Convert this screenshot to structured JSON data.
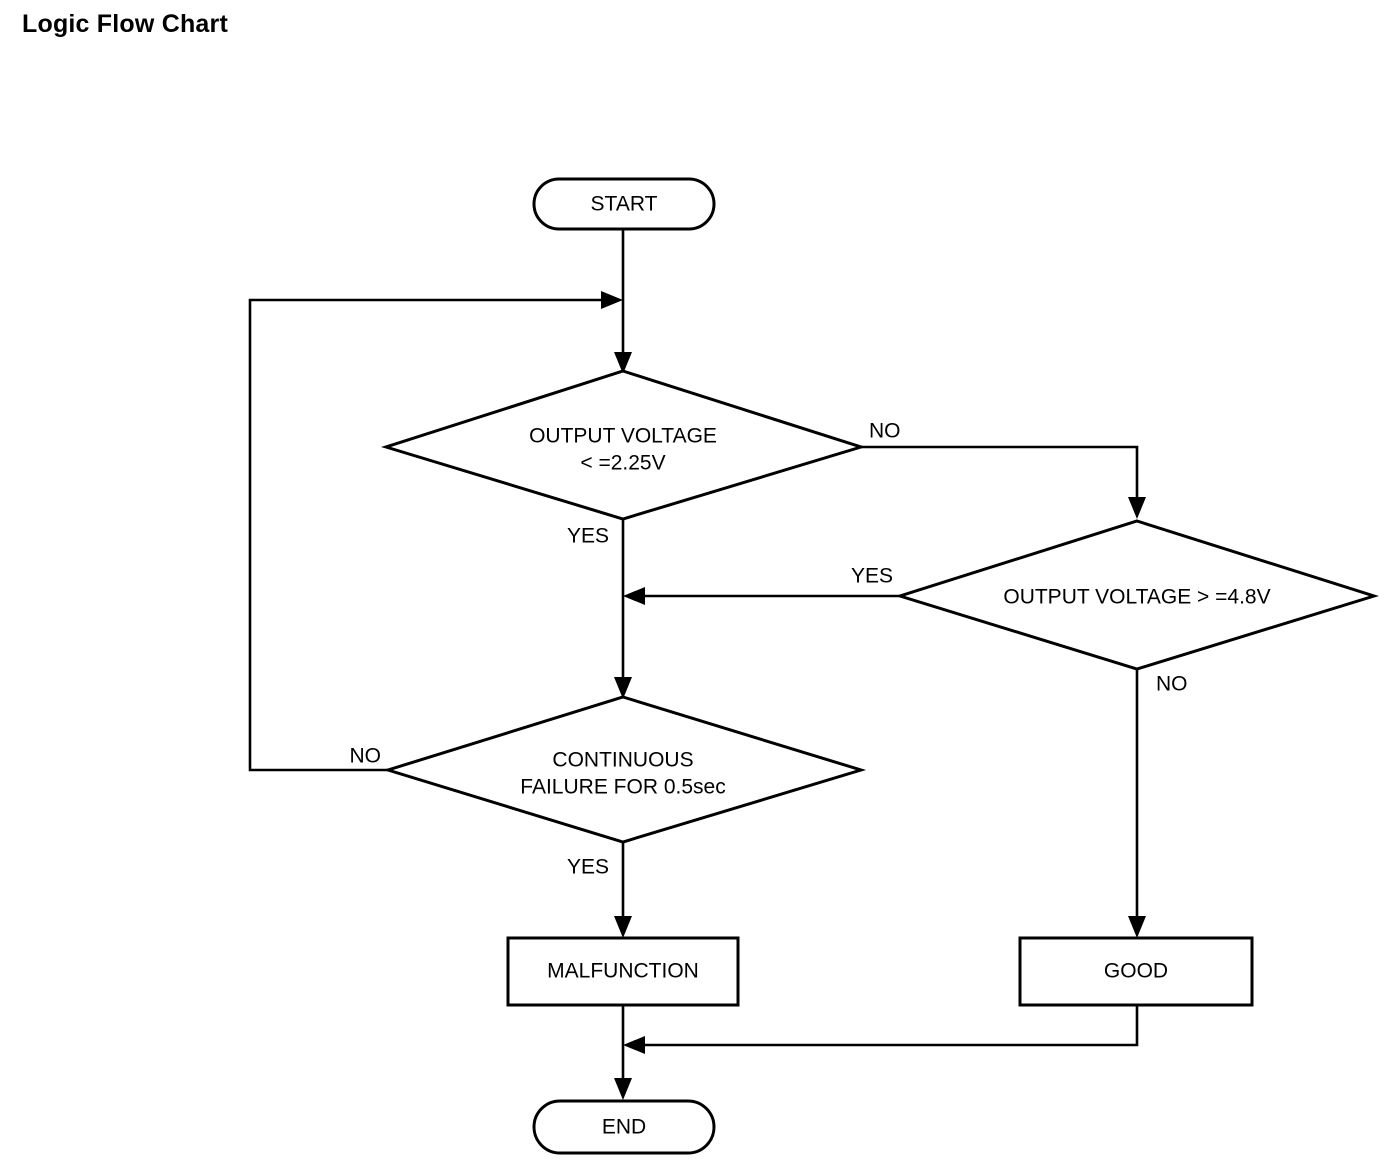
{
  "page": {
    "title": "Logic Flow Chart",
    "background_color": "#ffffff",
    "line_color": "#000000",
    "text_color": "#000000"
  },
  "chart_data": {
    "type": "diagram",
    "diagram_kind": "flowchart",
    "title": "Logic Flow Chart",
    "nodes": [
      {
        "id": "start",
        "shape": "terminator",
        "label": "START"
      },
      {
        "id": "decision_low",
        "shape": "decision",
        "label_line1": "OUTPUT VOLTAGE",
        "label_line2": "< =2.25V"
      },
      {
        "id": "decision_high",
        "shape": "decision",
        "label_line1": "OUTPUT VOLTAGE > =4.8V",
        "label_line2": ""
      },
      {
        "id": "decision_continuous",
        "shape": "decision",
        "label_line1": "CONTINUOUS",
        "label_line2": "FAILURE FOR 0.5sec"
      },
      {
        "id": "malfunction",
        "shape": "process",
        "label": "MALFUNCTION"
      },
      {
        "id": "good",
        "shape": "process",
        "label": "GOOD"
      },
      {
        "id": "end",
        "shape": "terminator",
        "label": "END"
      }
    ],
    "edges": [
      {
        "from": "start",
        "to": "decision_low",
        "label": ""
      },
      {
        "from": "decision_low",
        "to": "decision_high",
        "label": "NO"
      },
      {
        "from": "decision_low",
        "to": "decision_continuous",
        "label": "YES"
      },
      {
        "from": "decision_high",
        "to": "decision_continuous",
        "label": "YES"
      },
      {
        "from": "decision_high",
        "to": "good",
        "label": "NO"
      },
      {
        "from": "decision_continuous",
        "to": "malfunction",
        "label": "YES"
      },
      {
        "from": "decision_continuous",
        "to": "decision_low",
        "label": "NO"
      },
      {
        "from": "malfunction",
        "to": "end",
        "label": ""
      },
      {
        "from": "good",
        "to": "end",
        "label": ""
      }
    ]
  },
  "nodes": {
    "start": {
      "label": "START"
    },
    "decision_low": {
      "line1": "OUTPUT VOLTAGE",
      "line2": "< =2.25V"
    },
    "decision_high": {
      "line1": "OUTPUT VOLTAGE > =4.8V"
    },
    "decision_continuous": {
      "line1": "CONTINUOUS",
      "line2": "FAILURE FOR 0.5sec"
    },
    "malfunction": {
      "label": "MALFUNCTION"
    },
    "good": {
      "label": "GOOD"
    },
    "end": {
      "label": "END"
    }
  },
  "edge_labels": {
    "low_no": "NO",
    "low_yes": "YES",
    "high_yes": "YES",
    "high_no": "NO",
    "continuous_yes": "YES",
    "continuous_no": "NO"
  }
}
